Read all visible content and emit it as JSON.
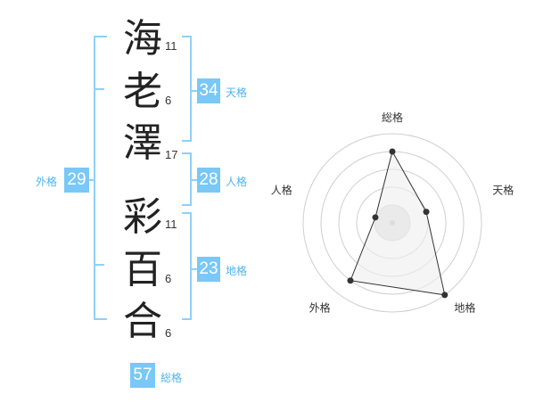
{
  "name": {
    "chars": [
      {
        "char": "海",
        "strokes": "11"
      },
      {
        "char": "老",
        "strokes": "6"
      },
      {
        "char": "澤",
        "strokes": "17"
      },
      {
        "char": "彩",
        "strokes": "11"
      },
      {
        "char": "百",
        "strokes": "6"
      },
      {
        "char": "合",
        "strokes": "6"
      }
    ]
  },
  "fortune": {
    "tenkaku": {
      "label": "天格",
      "value": "34"
    },
    "jinkaku": {
      "label": "人格",
      "value": "28"
    },
    "chikaku": {
      "label": "地格",
      "value": "23"
    },
    "gaikaku": {
      "label": "外格",
      "value": "29"
    },
    "soukaku": {
      "label": "総格",
      "value": "57"
    }
  },
  "colors": {
    "accent": "#79c8f7",
    "bracket": "#8fd0f8",
    "label": "#4fb3ee",
    "radar_ring": "#cfcfcf",
    "radar_fill": "#eeeeee"
  },
  "chart_data": {
    "type": "radar",
    "axes": [
      "総格",
      "天格",
      "地格",
      "外格",
      "人格"
    ],
    "scale_max": 5,
    "rings": 5,
    "values": [
      4,
      2,
      5,
      4,
      1
    ]
  }
}
